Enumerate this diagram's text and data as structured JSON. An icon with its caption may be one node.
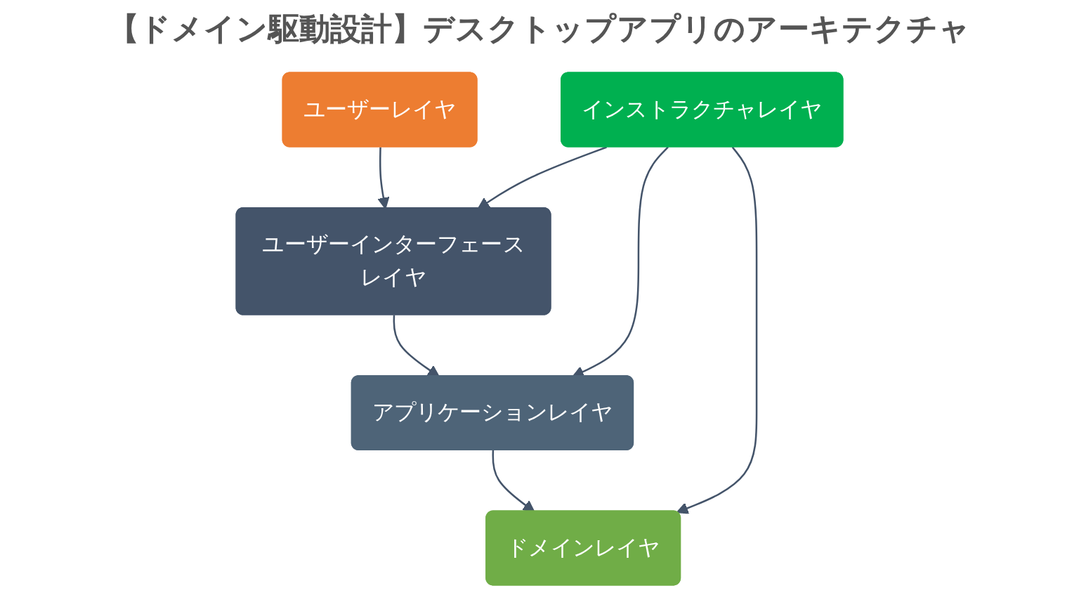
{
  "diagram": {
    "title": "【ドメイン駆動設計】デスクトップアプリのアーキテクチャ",
    "nodes": [
      {
        "text": [
          "ユーザーレイヤ"
        ]
      },
      {
        "text": [
          "インストラクチャレイヤ"
        ]
      },
      {
        "text": [
          "ユーザーインターフェースレイヤ"
        ]
      },
      {
        "text": [
          "アプリケーションレイヤ"
        ]
      },
      {
        "text": [
          "ドメインレイヤ"
        ]
      }
    ],
    "edges": [
      {
        "from": 0,
        "to": 2,
        "arrow": "to"
      },
      {
        "from": 2,
        "to": 3,
        "arrow": "to"
      },
      {
        "from": 3,
        "to": 4,
        "arrow": "to"
      },
      {
        "from": 1,
        "to": 2,
        "arrow": "to"
      },
      {
        "from": 1,
        "to": 3,
        "arrow": "to"
      },
      {
        "from": 1,
        "to": 4,
        "arrow": "to"
      }
    ]
  }
}
